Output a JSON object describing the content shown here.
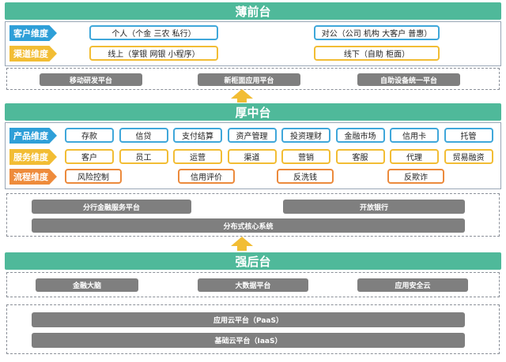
{
  "front": {
    "title": "薄前台",
    "customer_label": "客户维度",
    "channel_label": "渠道维度",
    "customer_items": [
      "个人（个金 三农 私行）",
      "对公（公司 机构 大客户 普惠）"
    ],
    "channel_items": [
      "线上（掌银 网银 小程序）",
      "线下（自助 柜面）"
    ],
    "platforms": [
      "移动研发平台",
      "新柜面应用平台",
      "自助设备统一平台"
    ]
  },
  "middle": {
    "title": "厚中台",
    "product_label": "产品维度",
    "service_label": "服务维度",
    "process_label": "流程维度",
    "products": [
      "存款",
      "信贷",
      "支付结算",
      "资产管理",
      "投资理财",
      "金融市场",
      "信用卡",
      "托管"
    ],
    "services": [
      "客户",
      "员工",
      "运营",
      "渠道",
      "营销",
      "客服",
      "代理",
      "贸易融资"
    ],
    "processes": [
      "风险控制",
      "信用评价",
      "反洗钱",
      "反欺诈"
    ],
    "platform_left": "分行金融服务平台",
    "platform_right": "开放银行",
    "core": "分布式核心系统"
  },
  "back": {
    "title": "强后台",
    "platforms": [
      "金融大脑",
      "大数据平台",
      "应用安全云"
    ],
    "paas": "应用云平台（PaaS）",
    "iaas": "基础云平台（IaaS）"
  },
  "colors": {
    "band": "#4fb99a",
    "blue": "#2e9fd8",
    "yellow": "#f2bd34",
    "orange": "#ee8b3b",
    "gray": "#7f7f7f"
  }
}
